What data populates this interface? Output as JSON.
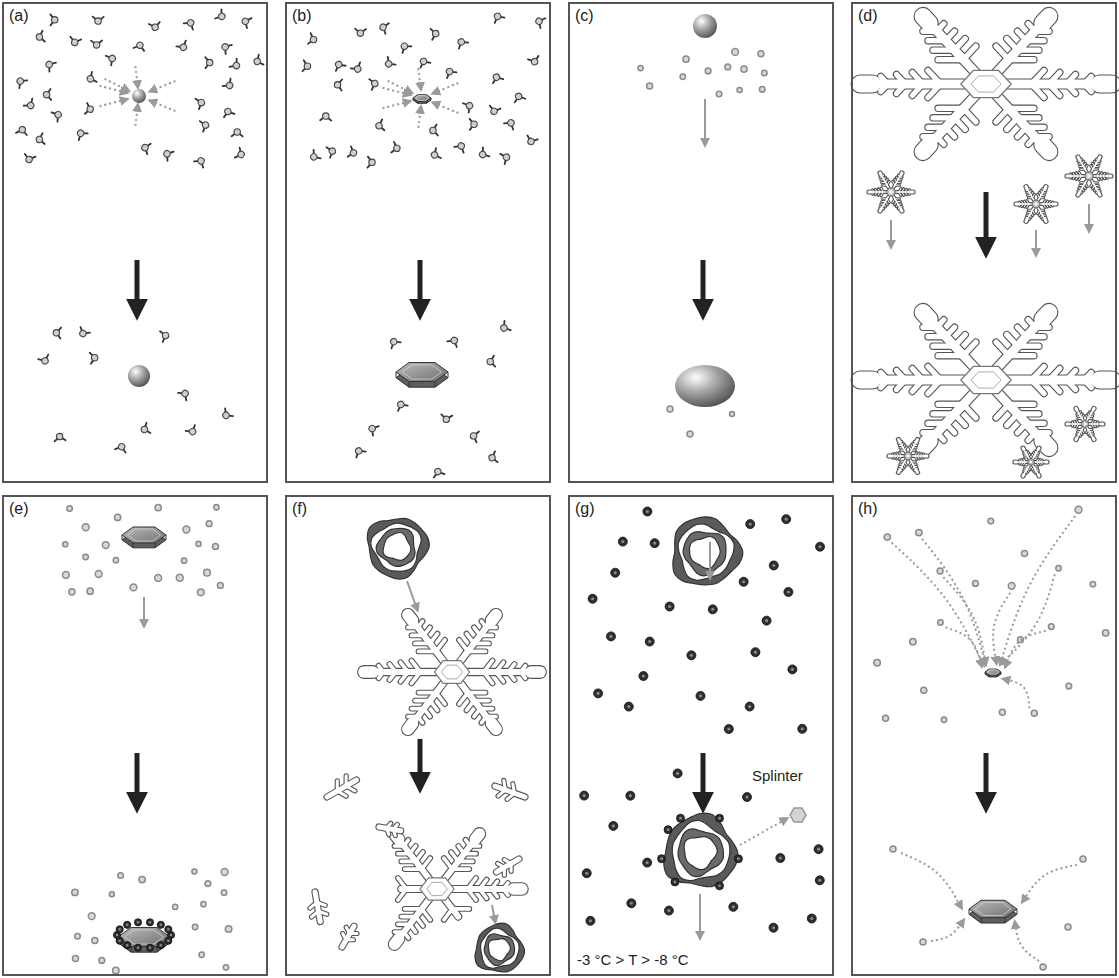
{
  "diagram": {
    "nodes": [
      {
        "text": [
          "(a)"
        ]
      },
      {
        "text": [
          "(b)"
        ]
      },
      {
        "text": [
          "(c)"
        ]
      },
      {
        "text": [
          "(d)"
        ]
      },
      {
        "text": [
          "(e)"
        ]
      },
      {
        "text": [
          "(f)"
        ]
      },
      {
        "text": [
          "(g)"
        ]
      },
      {
        "text": [
          "(h)"
        ]
      }
    ],
    "labels": [
      "Splinter",
      "-3 °C > T > -8 °C"
    ]
  }
}
